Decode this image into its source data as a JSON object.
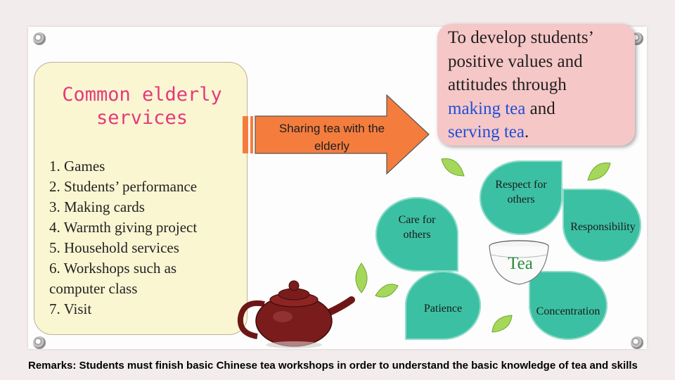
{
  "services": {
    "title_line1": "Common elderly",
    "title_line2": "services",
    "items": [
      "1. Games",
      "2. Students’ performance",
      "3. Making cards",
      "4. Warmth giving project",
      "5. Household services",
      "6. Workshops such as",
      "computer class",
      "7. Visit"
    ]
  },
  "arrow": {
    "line1": "Sharing tea with the",
    "line2": "elderly"
  },
  "goal": {
    "line1": "To develop students’",
    "line2": "positive values and",
    "line3": "attitudes through",
    "hl1": "making tea",
    "mid": " and",
    "hl2": "serving tea",
    "end": "."
  },
  "values": {
    "respect_line1": "Respect for",
    "respect_line2": "others",
    "care_line1": "Care for",
    "care_line2": "others",
    "responsibility": "Responsibility",
    "patience": "Patience",
    "concentration": "Concentration",
    "tea": "Tea"
  },
  "remarks": "Remarks: Students must finish basic Chinese tea workshops in order to understand the basic knowledge of tea and skills",
  "colors": {
    "accent_title": "#e4397b",
    "arrow": "#f47d3e",
    "goal_bg": "#f6c7c7",
    "leaf": "#3cc0a3",
    "highlight": "#1f4fd6",
    "teapot": "#7a1c1c"
  }
}
